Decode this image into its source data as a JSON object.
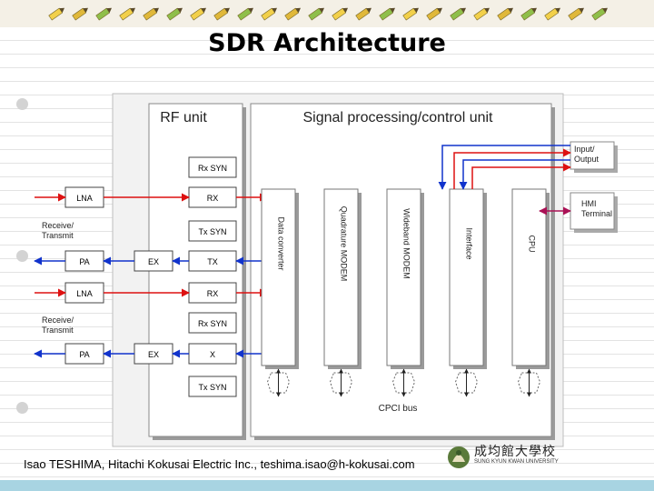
{
  "title": "SDR Architecture",
  "footer": "Isao TESHIMA, Hitachi Kokusai Electric Inc., teshima.isao@h-kokusai.com",
  "logo": {
    "korean": "成均館大學校",
    "english": "SUNG KYUN KWAN UNIVERSITY",
    "emblem_icon": "university-emblem-icon"
  },
  "colors": {
    "rx_arrow": "#dd1111",
    "tx_arrow": "#1133cc",
    "io_arrow": "#aa1155",
    "bottom_bar": "#a8d4e2"
  },
  "diagram": {
    "rf_unit_label": "RF unit",
    "sp_unit_label": "Signal processing/control unit",
    "io_label": "Input/\nOutput",
    "hmi_label": "HMI\nTerminal",
    "bus_label": "CPCI bus",
    "rf_blocks": {
      "rx_syn_1": "Rx SYN",
      "rx_1": "RX",
      "tx_syn_1": "Tx SYN",
      "tx_1": "TX",
      "rx_2": "RX",
      "rx_syn_2": "Rx SYN",
      "tx_2": "X",
      "tx_syn_2": "Tx SYN"
    },
    "front_blocks": {
      "lna_1": "LNA",
      "pa_1": "PA",
      "ex_1": "EX",
      "lna_2": "LNA",
      "pa_2": "PA",
      "ex_2": "EX"
    },
    "side_labels": {
      "receive_transmit_1": "Receive/\nTransmit",
      "receive_transmit_2": "Receive/\nTransmit"
    },
    "sp_cards": [
      "Data converter",
      "Quadrature MODEM",
      "Wideband MODEM",
      "Interface",
      "CPU"
    ]
  }
}
